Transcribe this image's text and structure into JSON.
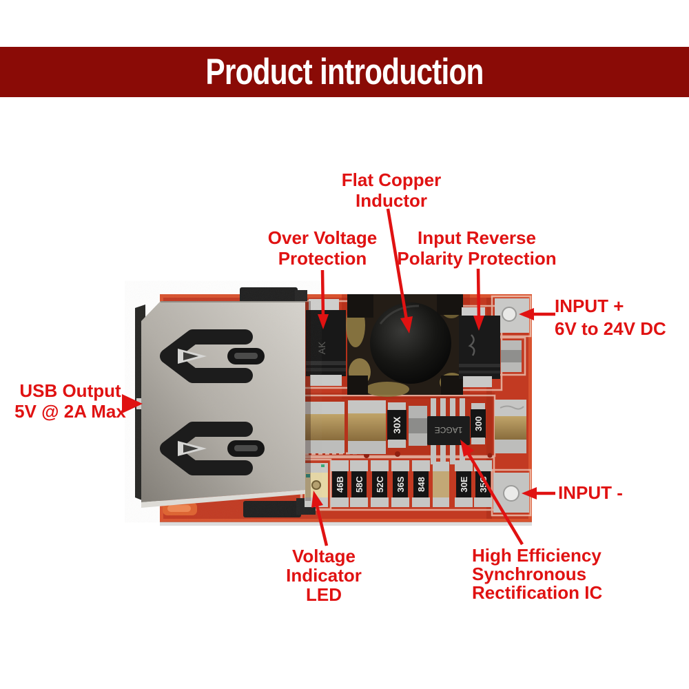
{
  "banner": {
    "title": "Product introduction",
    "bg_color": "#8a0b06",
    "text_color": "#ffffff"
  },
  "colors": {
    "accent": "#e01212",
    "board": "#c23a22",
    "board_edge": "#d9532f"
  },
  "callouts": {
    "inductor": {
      "lines": [
        "Flat Copper",
        "Inductor"
      ]
    },
    "over_voltage": {
      "lines": [
        "Over Voltage",
        "Protection"
      ]
    },
    "input_reverse": {
      "lines": [
        "Input Reverse",
        "Polarity Protection"
      ]
    },
    "input_plus": {
      "lines": [
        "INPUT +",
        "6V to 24V DC"
      ]
    },
    "usb_output": {
      "lines": [
        "USB Output",
        "5V @ 2A Max"
      ]
    },
    "input_minus": {
      "lines": [
        "INPUT -"
      ]
    },
    "voltage_led": {
      "lines": [
        "Voltage Indicator",
        "LED"
      ]
    },
    "sync_ic": {
      "lines": [
        "High Efficiency",
        "Synchronous",
        "Rectification IC"
      ]
    }
  },
  "pcb": {
    "ic_marking": "1AGCE",
    "mid_resistors": [
      "30X",
      "300"
    ],
    "bottom_resistors": [
      "46B",
      "58C",
      "52C",
      "36S",
      "848",
      "30E",
      "35C"
    ]
  }
}
